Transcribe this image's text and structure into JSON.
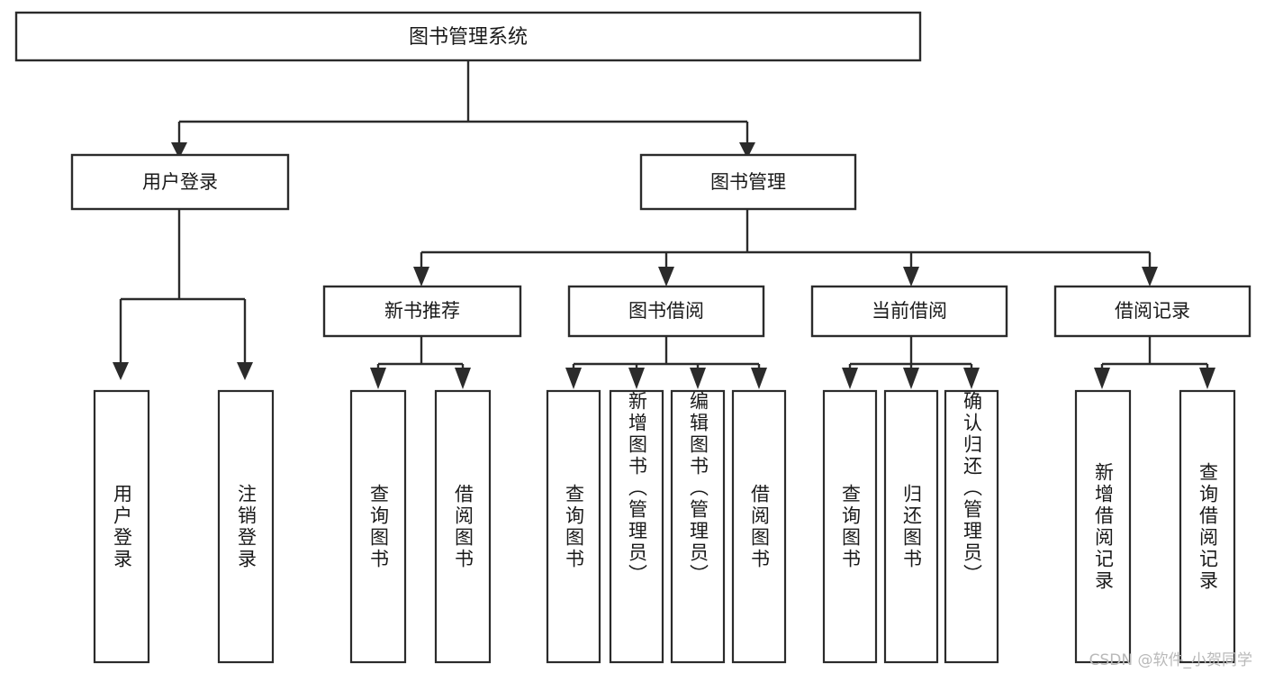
{
  "diagram": {
    "title": "图书管理系统",
    "type": "tree-hierarchy-diagram",
    "colors": {
      "stroke": "#2b2b2b",
      "box_fill": "#ffffff",
      "text": "#1a1a1a",
      "background": "#ffffff",
      "watermark": "#b9b9b9"
    },
    "root": {
      "label": "图书管理系统"
    },
    "level1": [
      {
        "label": "用户登录"
      },
      {
        "label": "图书管理"
      }
    ],
    "level2": [
      {
        "label": "新书推荐"
      },
      {
        "label": "图书借阅"
      },
      {
        "label": "当前借阅"
      },
      {
        "label": "借阅记录"
      }
    ],
    "leaves": {
      "user_login": [
        {
          "label": "用户登录"
        },
        {
          "label": "注销登录"
        }
      ],
      "new_book_recommend": [
        {
          "label": "查询图书"
        },
        {
          "label": "借阅图书"
        }
      ],
      "book_borrow": [
        {
          "label": "查询图书"
        },
        {
          "label": "新增图书（管理员）"
        },
        {
          "label": "编辑图书（管理员）"
        },
        {
          "label": "借阅图书"
        }
      ],
      "current_borrow": [
        {
          "label": "查询图书"
        },
        {
          "label": "归还图书"
        },
        {
          "label": "确认归还（管理员）"
        }
      ],
      "borrow_record": [
        {
          "label": "新增借阅记录"
        },
        {
          "label": "查询借阅记录"
        }
      ]
    },
    "watermark": "CSDN @软件_小贺同学"
  }
}
